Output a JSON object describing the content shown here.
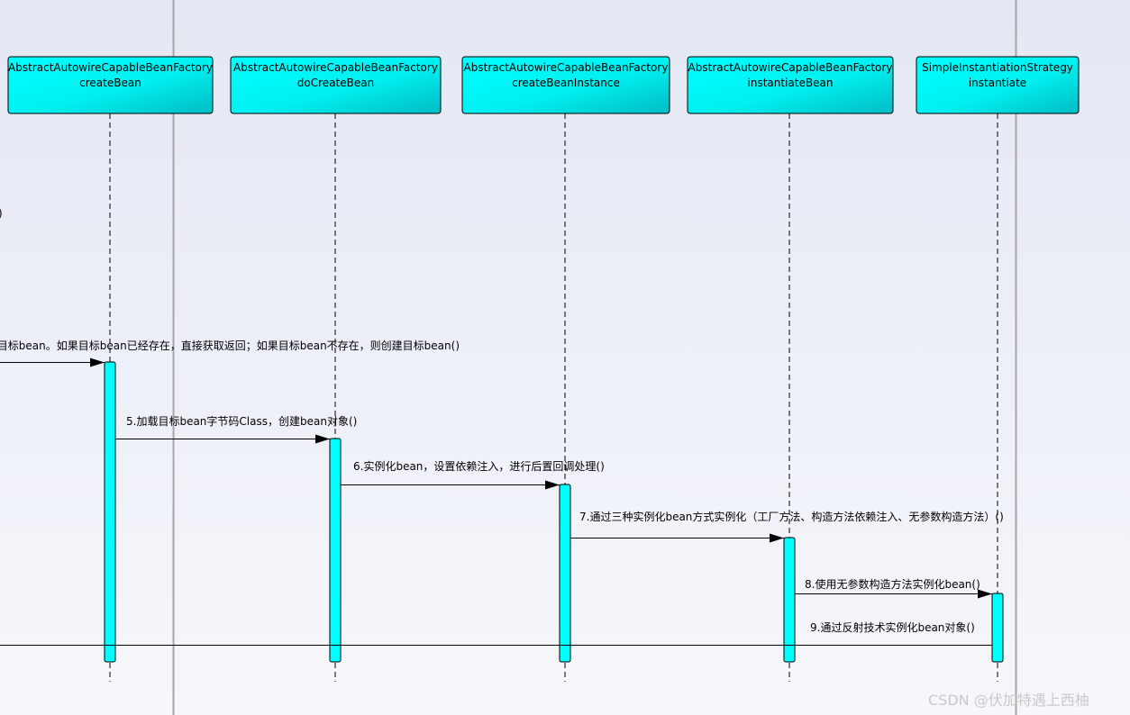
{
  "lifelines": [
    {
      "id": "ll1",
      "line1": "AbstractAutowireCapableBeanFactory",
      "line2": "createBean"
    },
    {
      "id": "ll2",
      "line1": "AbstractAutowireCapableBeanFactory",
      "line2": "doCreateBean"
    },
    {
      "id": "ll3",
      "line1": "AbstractAutowireCapableBeanFactory",
      "line2": "createBeanInstance"
    },
    {
      "id": "ll4",
      "line1": "AbstractAutowireCapableBeanFactory",
      "line2": "instantiateBean"
    },
    {
      "id": "ll5",
      "line1": "SimpleInstantiationStrategy",
      "line2": "instantiate"
    }
  ],
  "messages": [
    {
      "id": "m-partial-top",
      "text": ")"
    },
    {
      "id": "m4",
      "text": "获取目标bean。如果目标bean已经存在，直接获取返回；如果目标bean不存在，则创建目标bean()"
    },
    {
      "id": "m5",
      "text": "5.加载目标bean字节码Class，创建bean对象()"
    },
    {
      "id": "m6",
      "text": "6.实例化bean，设置依赖注入，进行后置回调处理()"
    },
    {
      "id": "m7",
      "text": "7.通过三种实例化bean方式实例化（工厂方法、构造方法依赖注入、无参数构造方法）()"
    },
    {
      "id": "m8",
      "text": "8.使用无参数构造方法实例化bean()"
    },
    {
      "id": "m9",
      "text": "9.通过反射技术实例化bean对象()"
    }
  ],
  "watermark": "CSDN @伏加特遇上西柚",
  "colors": {
    "header_fill": "#00ffff",
    "header_fill_dark": "#00c8d0",
    "activation_fill": "#00ffff",
    "frame_line": "#a0a0a0",
    "line": "#000000"
  }
}
